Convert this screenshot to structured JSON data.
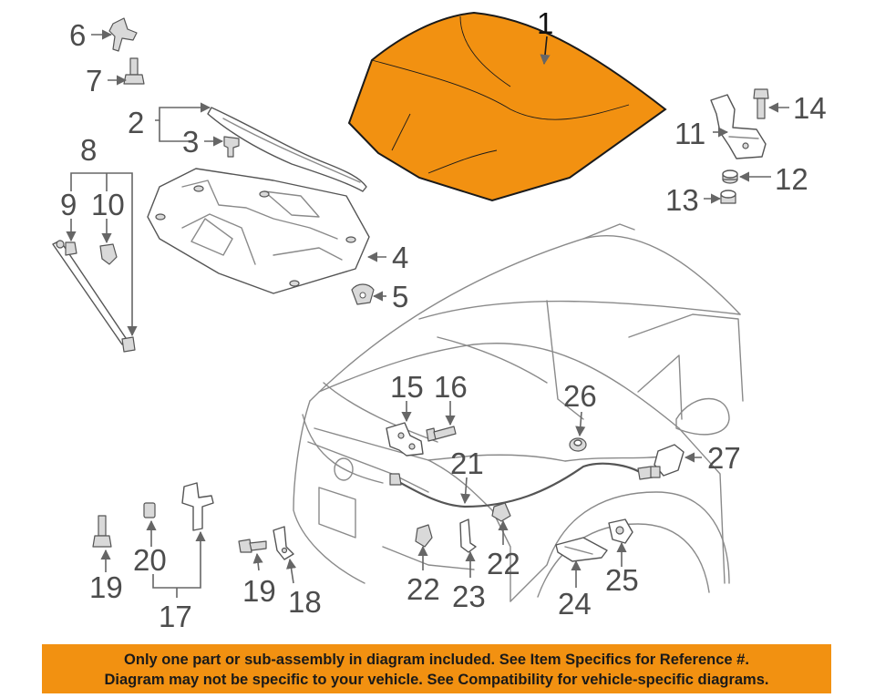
{
  "callouts": [
    "1",
    "2",
    "3",
    "4",
    "5",
    "6",
    "7",
    "8",
    "9",
    "10",
    "11",
    "12",
    "13",
    "14",
    "15",
    "16",
    "17",
    "18",
    "19",
    "19",
    "20",
    "21",
    "22",
    "22",
    "23",
    "24",
    "25",
    "26",
    "27"
  ],
  "banner": {
    "line1": "Only one part or sub-assembly in diagram included. See Item Specifics for Reference #.",
    "line2": "Diagram may not be specific to your vehicle. See Compatibility for vehicle-specific diagrams."
  },
  "colors": {
    "hood_fill": "#f29111",
    "banner_bg": "#f29111",
    "line_art": "#8a8a8a"
  }
}
